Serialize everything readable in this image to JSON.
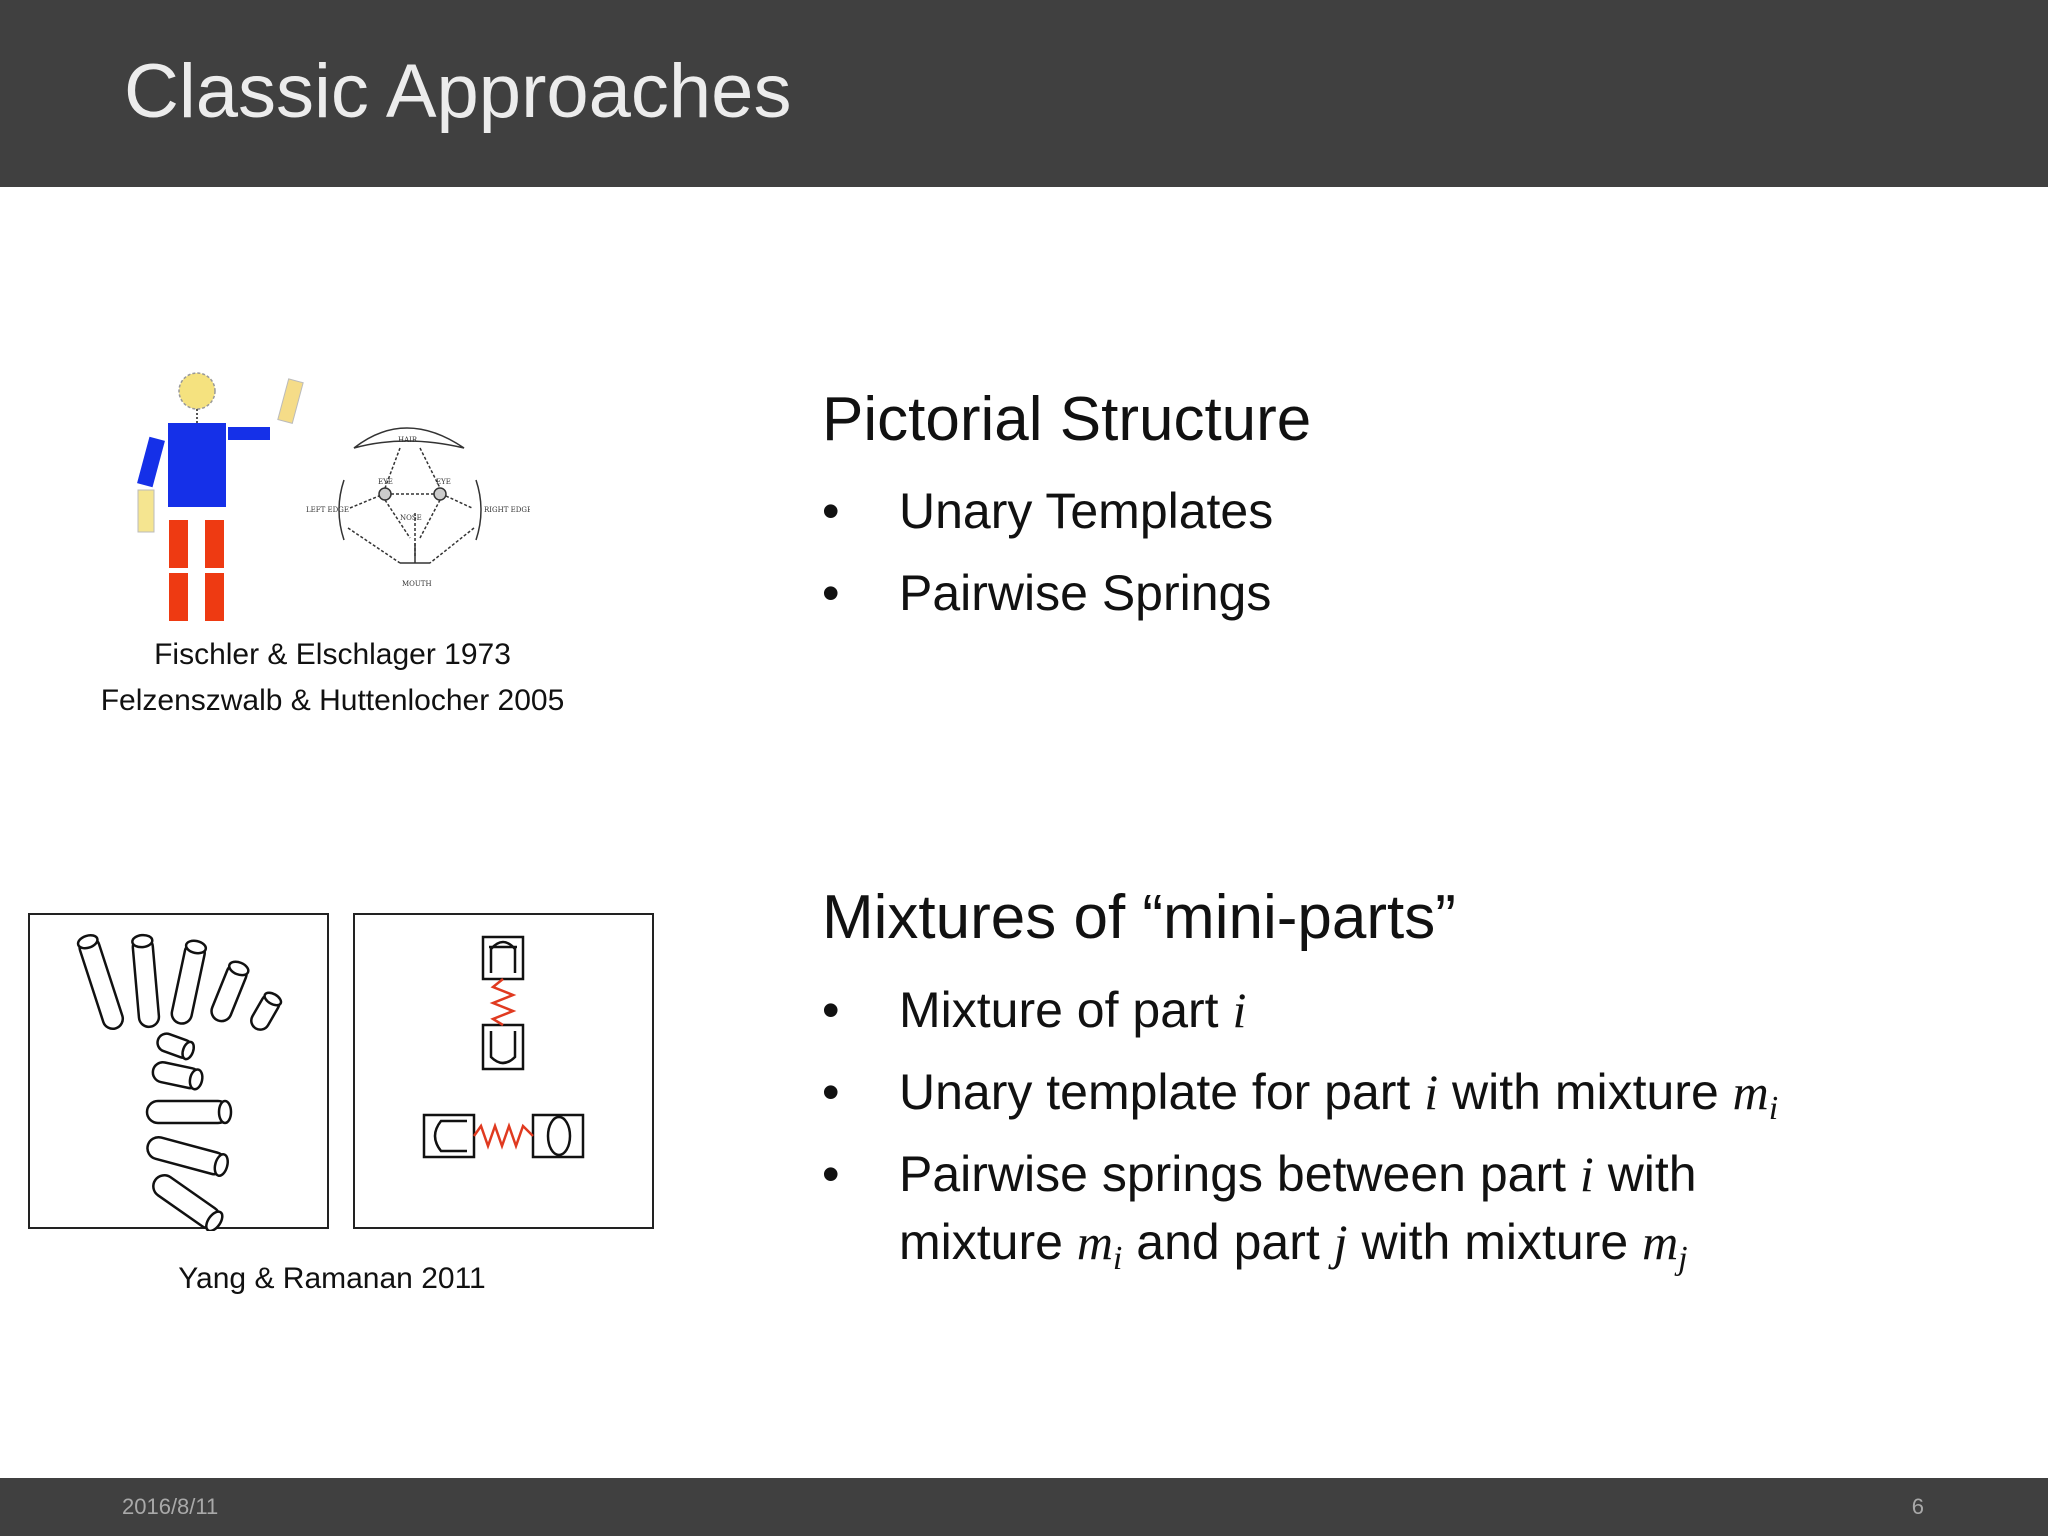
{
  "slide": {
    "title": "Classic Approaches",
    "footer": {
      "date": "2016/8/11",
      "page": "6"
    }
  },
  "figure1": {
    "captions": [
      "Fischler & Elschlager 1973",
      "Felzenszwalb & Huttenlocher 2005"
    ],
    "face_labels": [
      "HAIR",
      "EYE",
      "EYE",
      "LEFT EDGE",
      "NOSE",
      "RIGHT EDGE",
      "MOUTH"
    ]
  },
  "figure2": {
    "caption": "Yang & Ramanan 2011"
  },
  "section1": {
    "heading": "Pictorial Structure",
    "bullets": [
      "Unary Templates",
      "Pairwise Springs"
    ]
  },
  "section2": {
    "heading": "Mixtures of “mini-parts”",
    "bullet_marker": "•",
    "b1": {
      "text": "Mixture of part ",
      "var_i": "i"
    },
    "b2": {
      "text_a": "Unary template for part ",
      "var_i": "i",
      "text_b": " with mixture ",
      "var_m": "m",
      "sub_i": "i"
    },
    "b3": {
      "line1_a": "Pairwise springs between part ",
      "var_i": "i",
      "line1_b": " with",
      "line2_a": "mixture ",
      "var_m": "m",
      "sub_i": "i",
      "line2_b": " and part ",
      "var_j": "j",
      "line2_c": " with mixture ",
      "var_m2": "m",
      "sub_j": "j"
    }
  }
}
